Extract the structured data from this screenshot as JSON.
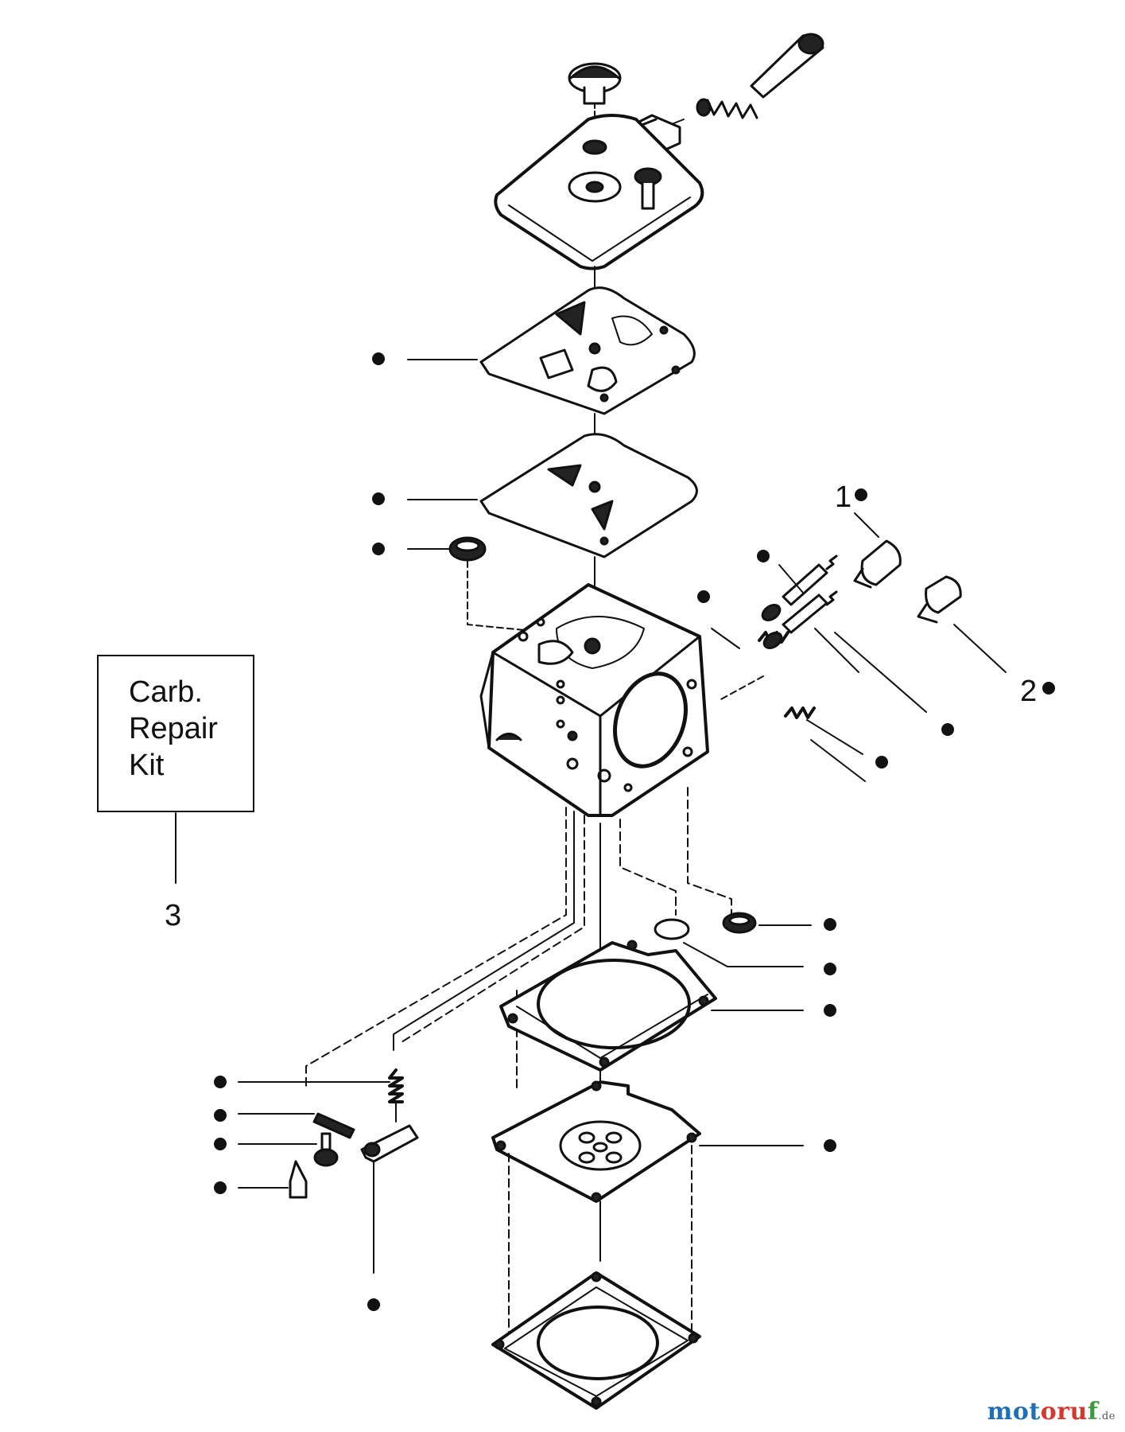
{
  "kit_box": {
    "lines": [
      "Carb.",
      "Repair",
      "Kit"
    ]
  },
  "references": {
    "part_1": "1",
    "part_2": "2",
    "part_3": "3"
  },
  "watermark": {
    "part_a": "mot",
    "part_b": "oru",
    "part_c": "f",
    "tld": ".de"
  }
}
